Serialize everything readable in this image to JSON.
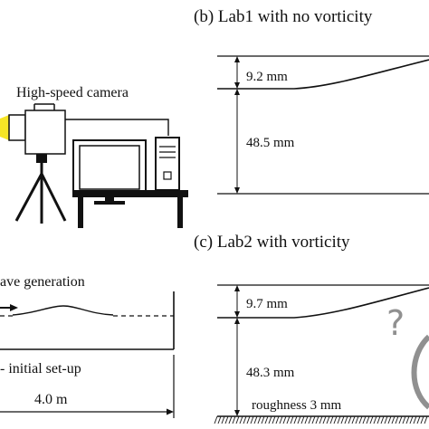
{
  "panel_b": {
    "title": "(b) Lab1 with no vorticity",
    "wave_height": "9.2 mm",
    "depth": "48.5 mm"
  },
  "panel_c": {
    "title": "(c) Lab2 with vorticity",
    "wave_height": "9.7 mm",
    "depth": "48.3 mm",
    "roughness": "roughness 3 mm",
    "question_mark": "?"
  },
  "panel_a": {
    "camera_label": "High-speed camera",
    "wave_generation": "ave generation",
    "initial_setup": "-  initial set-up",
    "length": "4.0 m"
  },
  "colors": {
    "ink": "#111111",
    "camera_lens_glow": "#f5e000",
    "question_mark": "#909090",
    "roughness_hatch": "#222222"
  }
}
